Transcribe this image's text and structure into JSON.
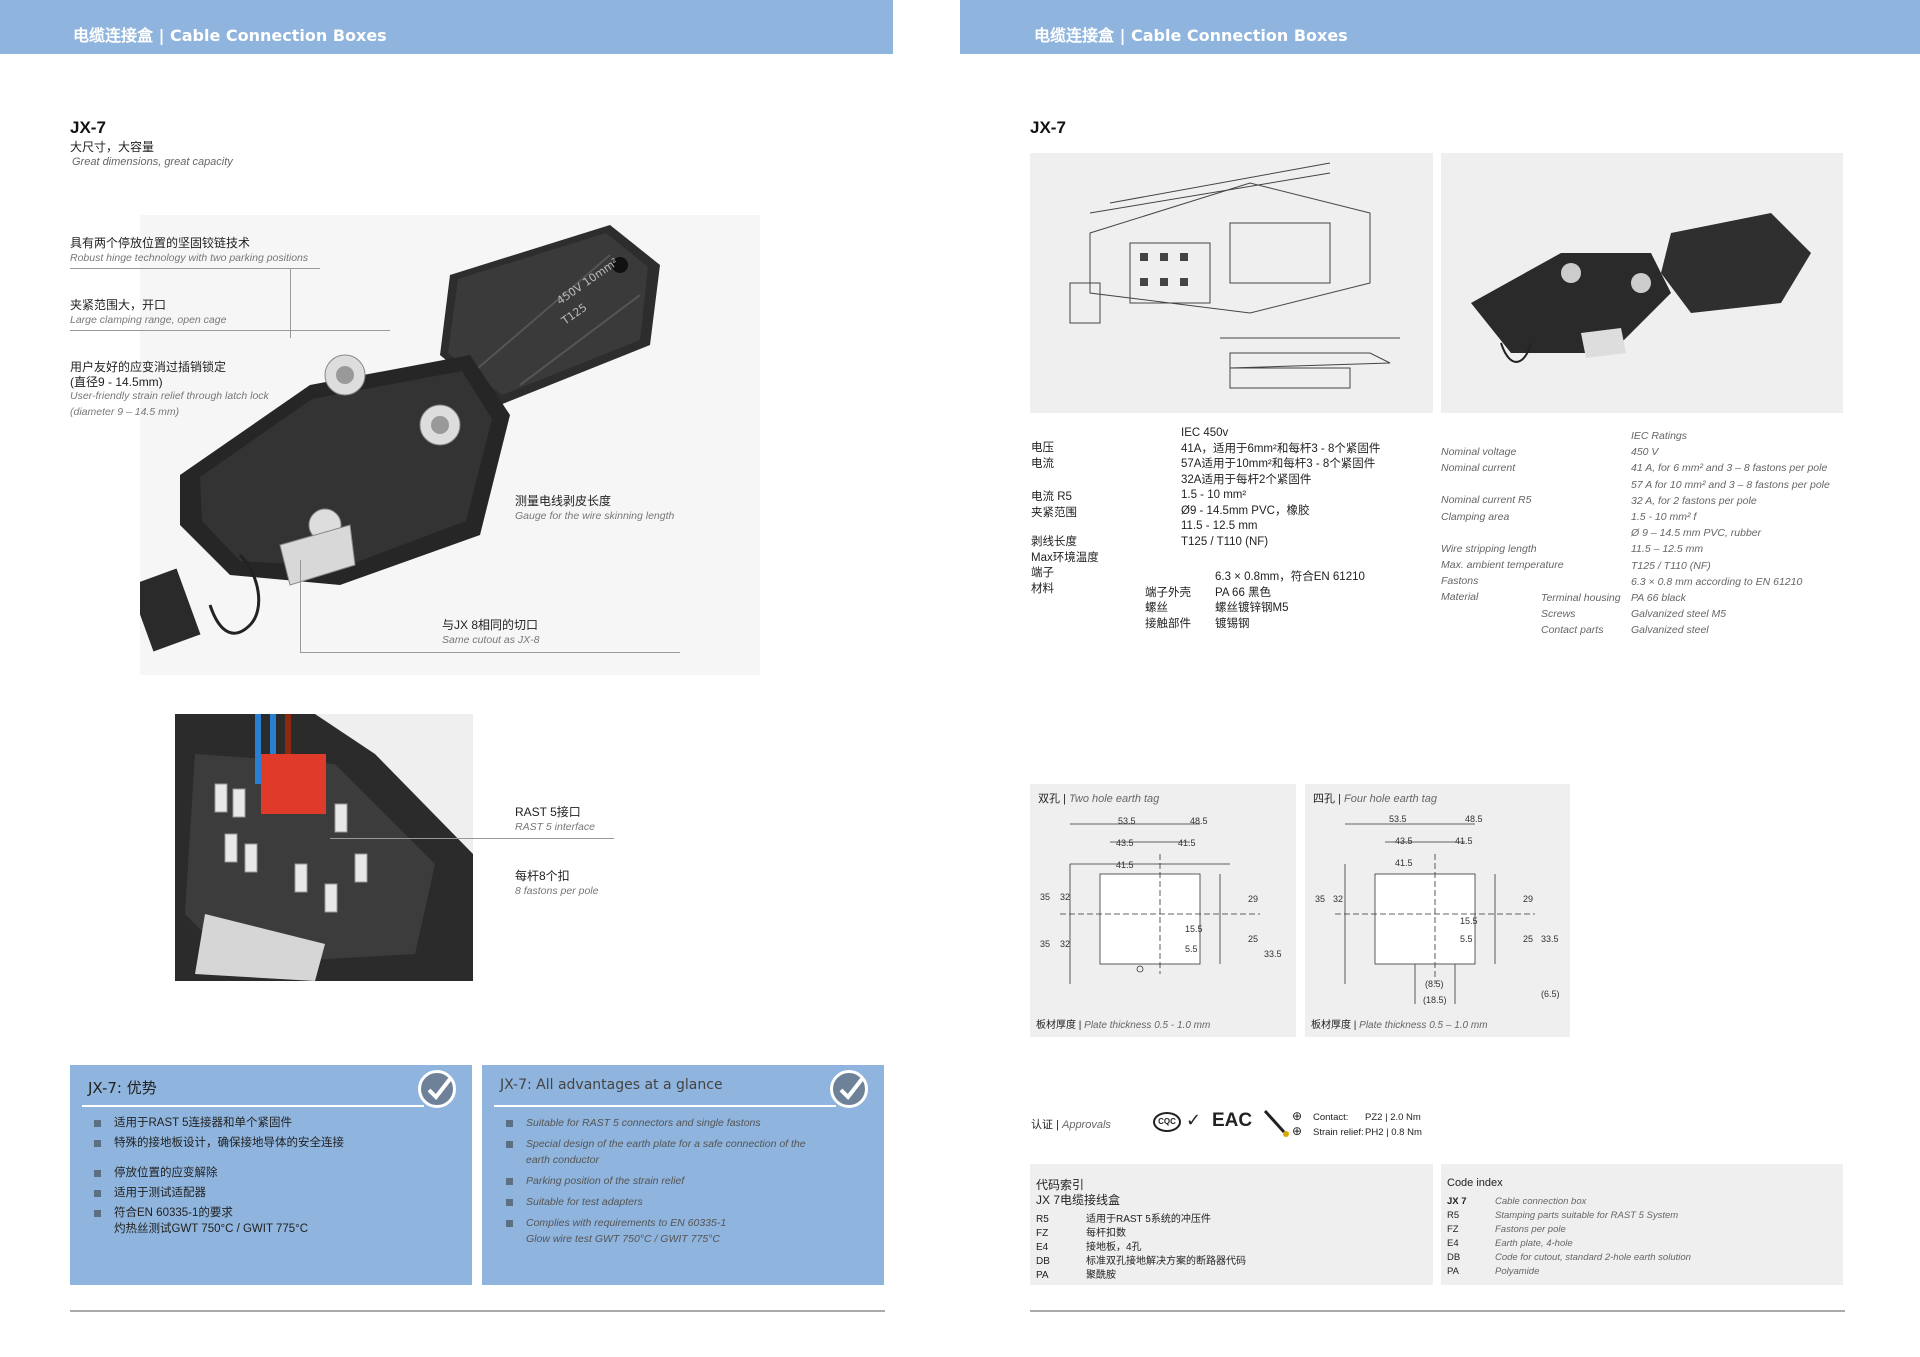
{
  "header": {
    "left_title": "电缆连接盒 | Cable Connection Boxes",
    "right_title": "电缆连接盒 | Cable Connection Boxes"
  },
  "left": {
    "model": "JX-7",
    "subtitle_cn": "大尺寸，大容量",
    "subtitle_en": "Great dimensions, great capacity",
    "callouts": [
      {
        "cn": "具有两个停放位置的坚固铰链技术",
        "en": "Robust hinge technology with two parking positions"
      },
      {
        "cn": "夹紧范围大，开口",
        "en": "Large clamping range, open cage"
      },
      {
        "cn": "用户友好的应变消过插销锁定",
        "cn2": "(直径9 - 14.5mm)",
        "en": "User-friendly strain relief through latch lock",
        "en2": "(diameter 9 – 14.5 mm)"
      },
      {
        "cn": "测量电线剥皮长度",
        "en": "Gauge for the wire skinning length"
      },
      {
        "cn": "与JX 8相同的切口",
        "en": "Same cutout as JX-8"
      }
    ],
    "lid_label_1": "450V 10mm²",
    "lid_label_2": "T125",
    "rast": {
      "cn": "RAST 5接口",
      "en": "RAST 5 interface"
    },
    "fastons": {
      "cn": "每杆8个扣",
      "en": "8 fastons per pole"
    },
    "adv_cn": {
      "title": "JX-7: 优势",
      "items": [
        "适用于RAST 5连接器和单个紧固件",
        "特殊的接地板设计，确保接地导体的安全连接",
        "停放位置的应变解除",
        "适用于测试适配器",
        "符合EN 60335-1的要求",
        "灼热丝测试GWT 750°C / GWIT 775°C"
      ]
    },
    "adv_en": {
      "title": "JX-7: All advantages at a glance",
      "items": [
        "Suitable for RAST 5 connectors and single fastons",
        "Special design of the earth plate for a safe connection of the",
        "earth conductor",
        "Parking position of the strain relief",
        "Suitable for test adapters",
        "Complies with requirements to EN 60335-1",
        "Glow wire test GWT 750°C / GWIT 775°C"
      ]
    }
  },
  "right": {
    "model": "JX-7",
    "specs_cn_labels": [
      "电压",
      "电流",
      "",
      "",
      "电流 R5",
      "夹紧范围",
      "",
      "剥线长度",
      "Max环境温度",
      "端子",
      "材料"
    ],
    "specs_cn_values": [
      "IEC 450v",
      "41A，适用于6mm²和每杆3 - 8个紧固件",
      "57A适用于10mm²和每杆3 - 8个紧固件",
      "32A适用于每杆2个紧固件",
      "1.5 - 10 mm²",
      "Ø9 - 14.5mm PVC，橡胶",
      "11.5 - 12.5 mm",
      "T125 / T110 (NF)"
    ],
    "specs_cn_sub": [
      {
        "label": "",
        "value": "6.3 × 0.8mm，符合EN 61210"
      },
      {
        "label": "端子外壳",
        "value": "PA 66 黑色"
      },
      {
        "label": "螺丝",
        "value": "螺丝镀锌钢M5"
      },
      {
        "label": "接触部件",
        "value": "镀锡钢"
      }
    ],
    "specs_en_labels": [
      "Nominal voltage",
      "Nominal current",
      "",
      "Nominal current R5",
      "Clamping area",
      "",
      "Wire stripping length",
      "Max. ambient temperature",
      "Fastons",
      "Material"
    ],
    "specs_en_header": "IEC Ratings",
    "specs_en_values": [
      "450 V",
      "41 A, for 6 mm² and 3 – 8 fastons per pole",
      "57 A for 10 mm² and 3 – 8 fastons per pole",
      "32 A, for 2 fastons per pole",
      "1.5 - 10 mm² f",
      "Ø 9 – 14.5 mm PVC, rubber",
      "11.5 – 12.5 mm",
      "T125 / T110 (NF)",
      "6.3 × 0.8 mm according to EN 61210",
      "PA 66 black",
      "Galvanized steel M5",
      "Galvanized steel"
    ],
    "specs_en_sub": [
      "Terminal housing",
      "Screws",
      "Contact parts"
    ],
    "earth2": {
      "title_cn": "双孔",
      "title_en": "Two hole earth tag",
      "dims": [
        "53.5",
        "48.5",
        "43.5",
        "41.5",
        "41.5",
        "15.5",
        "5.5",
        "29",
        "25",
        "33.5",
        "32",
        "35",
        "32",
        "35"
      ],
      "plate_cn": "板材厚度",
      "plate_en": "Plate thickness 0.5 - 1.0 mm"
    },
    "earth4": {
      "title_cn": "四孔",
      "title_en": "Four hole earth tag",
      "dims": [
        "53.5",
        "48.5",
        "43.5",
        "41.5",
        "41.5",
        "15.5",
        "5.5",
        "(8.5)",
        "(18.5)",
        "29",
        "25",
        "33.5",
        "(6.5)",
        "32",
        "35"
      ],
      "plate_cn": "板材厚度",
      "plate_en": "Plate thickness 0.5 – 1.0 mm"
    },
    "approvals": {
      "label_cn": "认证",
      "label_en": "Approvals",
      "marks": [
        "CQC",
        "EAC"
      ],
      "torque": [
        {
          "label": "Contact:",
          "bit": "PZ2",
          "value": "2.0 Nm"
        },
        {
          "label": "Strain relief:",
          "bit": "PH2",
          "value": "0.8 Nm"
        }
      ]
    },
    "code_cn": {
      "title1": "代码索引",
      "title2": "JX 7电缆接线盒",
      "rows": [
        [
          "R5",
          "适用于RAST 5系统的冲压件"
        ],
        [
          "FZ",
          "每杆扣数"
        ],
        [
          "E4",
          "接地板，4孔"
        ],
        [
          "DB",
          "标准双孔接地解决方案的断路器代码"
        ],
        [
          "PA",
          "聚酰胺"
        ]
      ]
    },
    "code_en": {
      "title": "Code index",
      "rows": [
        [
          "JX 7",
          "Cable connection box"
        ],
        [
          "R5",
          "Stamping parts suitable for RAST 5 System"
        ],
        [
          "FZ",
          "Fastons per pole"
        ],
        [
          "E4",
          "Earth plate, 4-hole"
        ],
        [
          "DB",
          "Code for cutout, standard 2-hole earth solution"
        ],
        [
          "PA",
          "Polyamide"
        ]
      ]
    }
  }
}
